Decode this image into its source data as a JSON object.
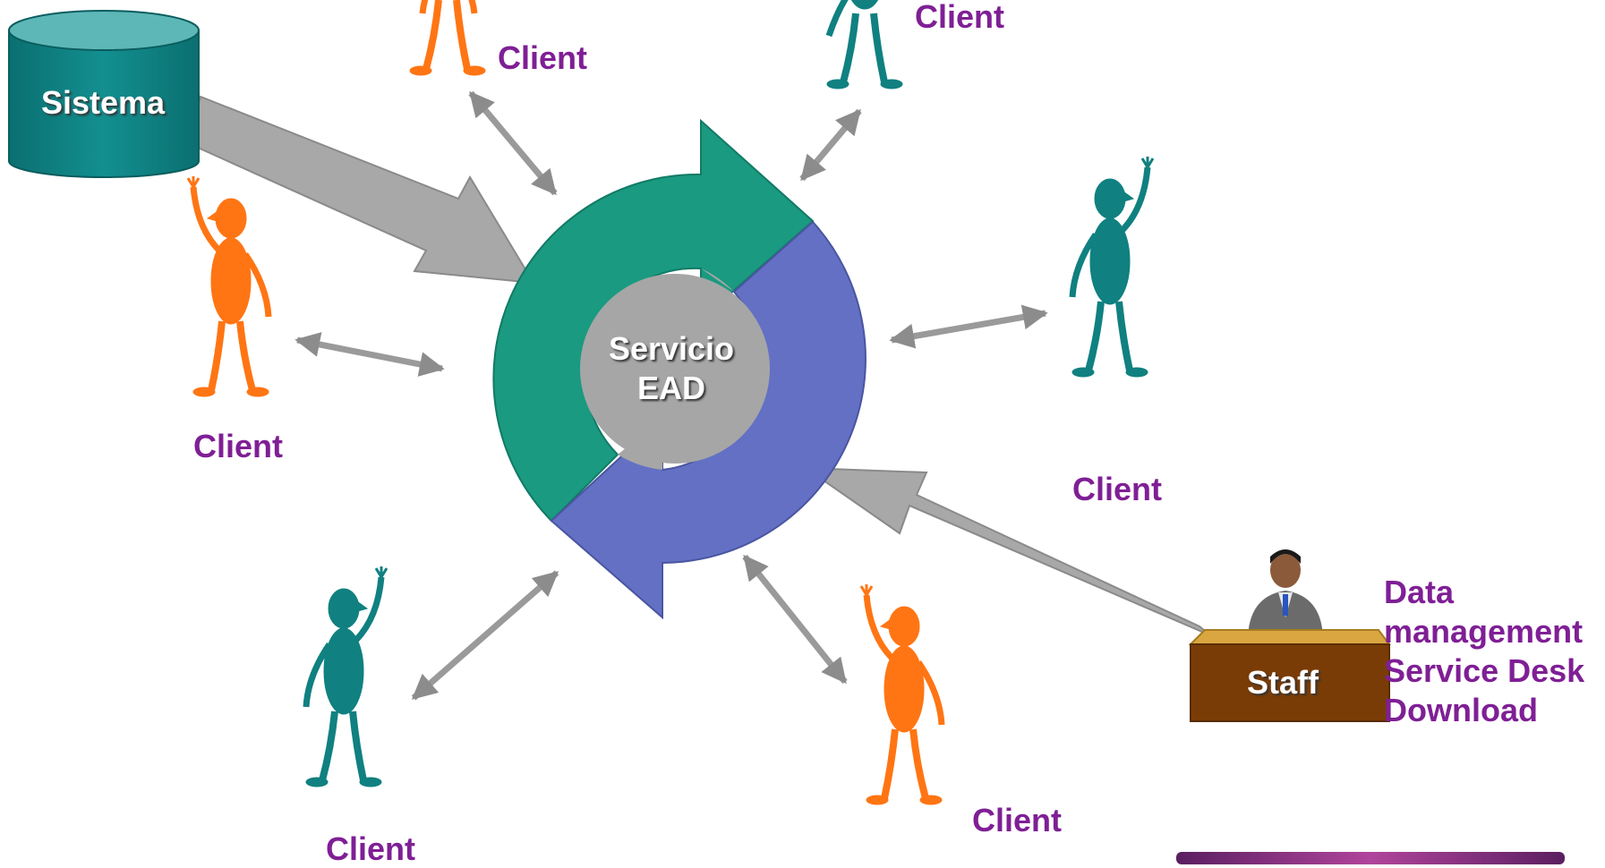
{
  "diagram": {
    "center": {
      "line1": "Servicio",
      "line2": "EAD"
    },
    "database": {
      "label": "Sistema"
    },
    "staff": {
      "label": "Staff",
      "tasks": [
        "Data",
        "management",
        "Service Desk",
        "Download"
      ]
    },
    "clients": [
      {
        "id": "top-left",
        "label": "Client",
        "color": "orange"
      },
      {
        "id": "top-right",
        "label": "Client",
        "color": "teal"
      },
      {
        "id": "left",
        "label": "Client",
        "color": "orange"
      },
      {
        "id": "right",
        "label": "Client",
        "color": "teal"
      },
      {
        "id": "bottom-left",
        "label": "Client",
        "color": "teal"
      },
      {
        "id": "bottom-right",
        "label": "Client",
        "color": "orange"
      }
    ]
  },
  "colors": {
    "label": "#7f1f95",
    "cycle_green": "#1a9a80",
    "cycle_blue": "#6370c4",
    "center_gray": "#a6a6a6",
    "database": "#0f8a8a",
    "client_orange": "#ff7514",
    "client_teal": "#108080",
    "desk": "#7a3c06",
    "arrow_gray": "#a8a8a8"
  }
}
